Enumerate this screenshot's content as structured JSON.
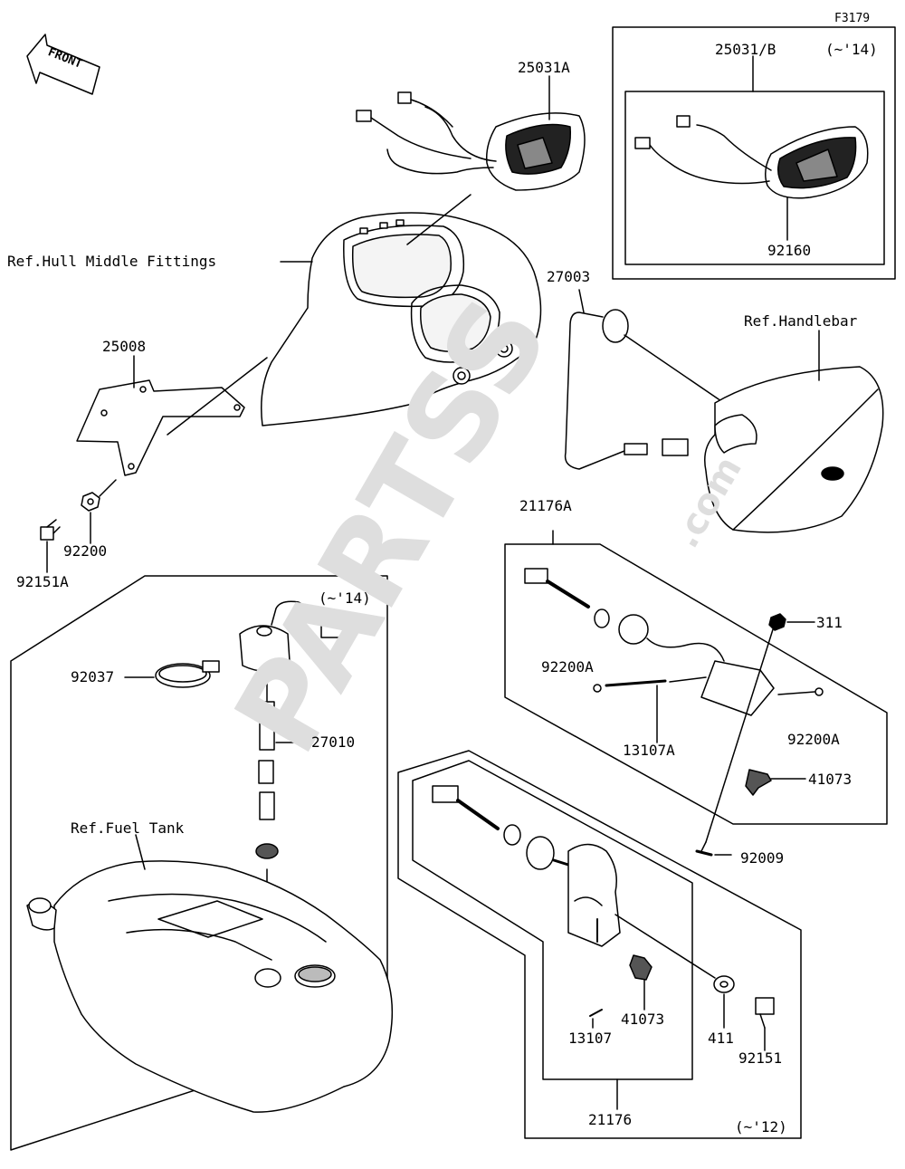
{
  "figure_id": "F3179",
  "front_label": "FRONT",
  "watermark": {
    "brand": "PARTSS",
    "suffix": ".com"
  },
  "labels": {
    "meter_a": "25031A",
    "meter_b": "25031/B",
    "meter_b_years": "(~'14)",
    "screw_92160": "92160",
    "hull_ref": "Ref.Hull Middle Fittings",
    "bracket": "25008",
    "nut_92200": "92200",
    "bolt_92151a": "92151A",
    "sensor_27003": "27003",
    "handlebar_ref": "Ref.Handlebar",
    "sensor_21176a": "21176A",
    "nut_311": "311",
    "washer_92200a_left": "92200A",
    "washer_92200a_right": "92200A",
    "pin_13107a": "13107A",
    "clip_41073_right": "41073",
    "screw_92009": "92009",
    "fuel_years": "(~'14)",
    "clamp_92037": "92037",
    "fuel_unit_27010": "27010",
    "fuel_tank_ref": "Ref.Fuel Tank",
    "pin_13107": "13107",
    "clip_41073_lower": "41073",
    "washer_411": "411",
    "bolt_92151": "92151",
    "sensor_21176": "21176",
    "sensor_21176_years": "(~'12)"
  }
}
